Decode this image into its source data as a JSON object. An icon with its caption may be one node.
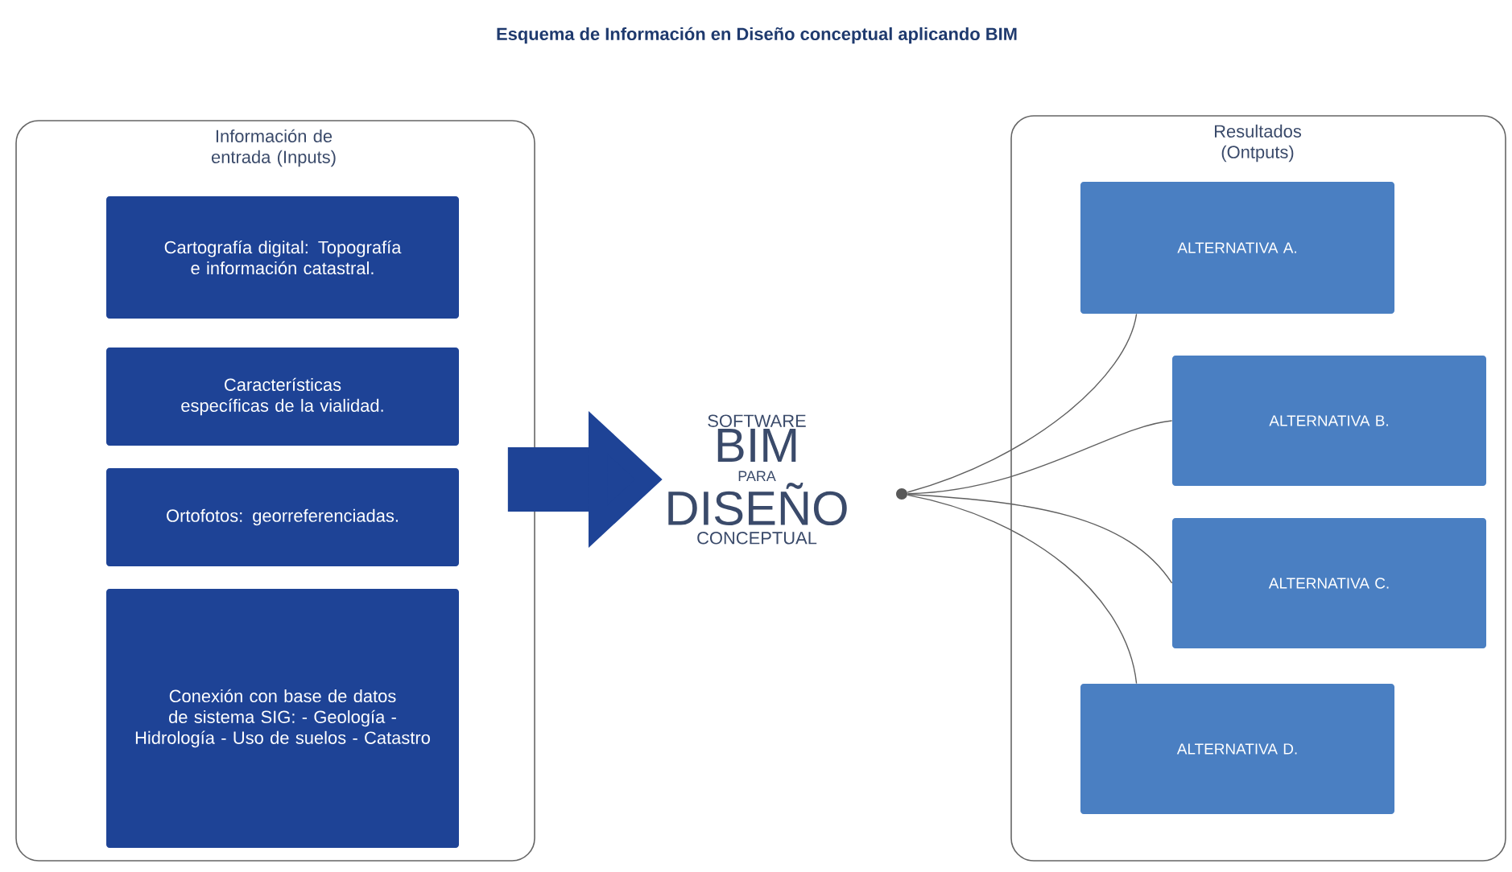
{
  "diagram": {
    "title": "Esquema de Información en Diseño conceptual aplicando BIM",
    "nodes": [
      {
        "text": [
          "Información de entrada (Inputs)"
        ]
      },
      {
        "text": [
          "Cartografía digital: Topografía e información catastral."
        ],
        "in": 0
      },
      {
        "text": [
          "Características específicas de la vialidad."
        ],
        "in": 0
      },
      {
        "text": [
          "Ortofotos: georreferenciadas."
        ],
        "in": 0
      },
      {
        "text": [
          "Conexión con base de datos de sistema SIG: - Geología - Hidrología - Uso de suelos - Catastro"
        ],
        "in": 0
      },
      {
        "text": [
          "SOFTWARE",
          "BIM",
          "PARA",
          "DISEÑO",
          "CONCEPTUAL"
        ]
      },
      {
        "text": [],
        "shape": "circle"
      },
      {
        "text": [
          "Resultados (Ontputs)"
        ]
      },
      {
        "text": [
          "ALTERNATIVA A."
        ],
        "in": 7
      },
      {
        "text": [
          "ALTERNATIVA B."
        ],
        "in": 7
      },
      {
        "text": [
          "ALTERNATIVA C."
        ],
        "in": 7
      },
      {
        "text": [
          "ALTERNATIVA D."
        ],
        "in": 7
      }
    ],
    "edges": [
      {
        "from": 0,
        "to": 5,
        "arrow": "to",
        "style": "thick",
        "color": "#1e4396"
      },
      {
        "from": 6,
        "to": 8,
        "arrow": "none"
      },
      {
        "from": 6,
        "to": 9,
        "arrow": "none"
      },
      {
        "from": 6,
        "to": 10,
        "arrow": "none"
      },
      {
        "from": 6,
        "to": 11,
        "arrow": "none"
      }
    ]
  }
}
